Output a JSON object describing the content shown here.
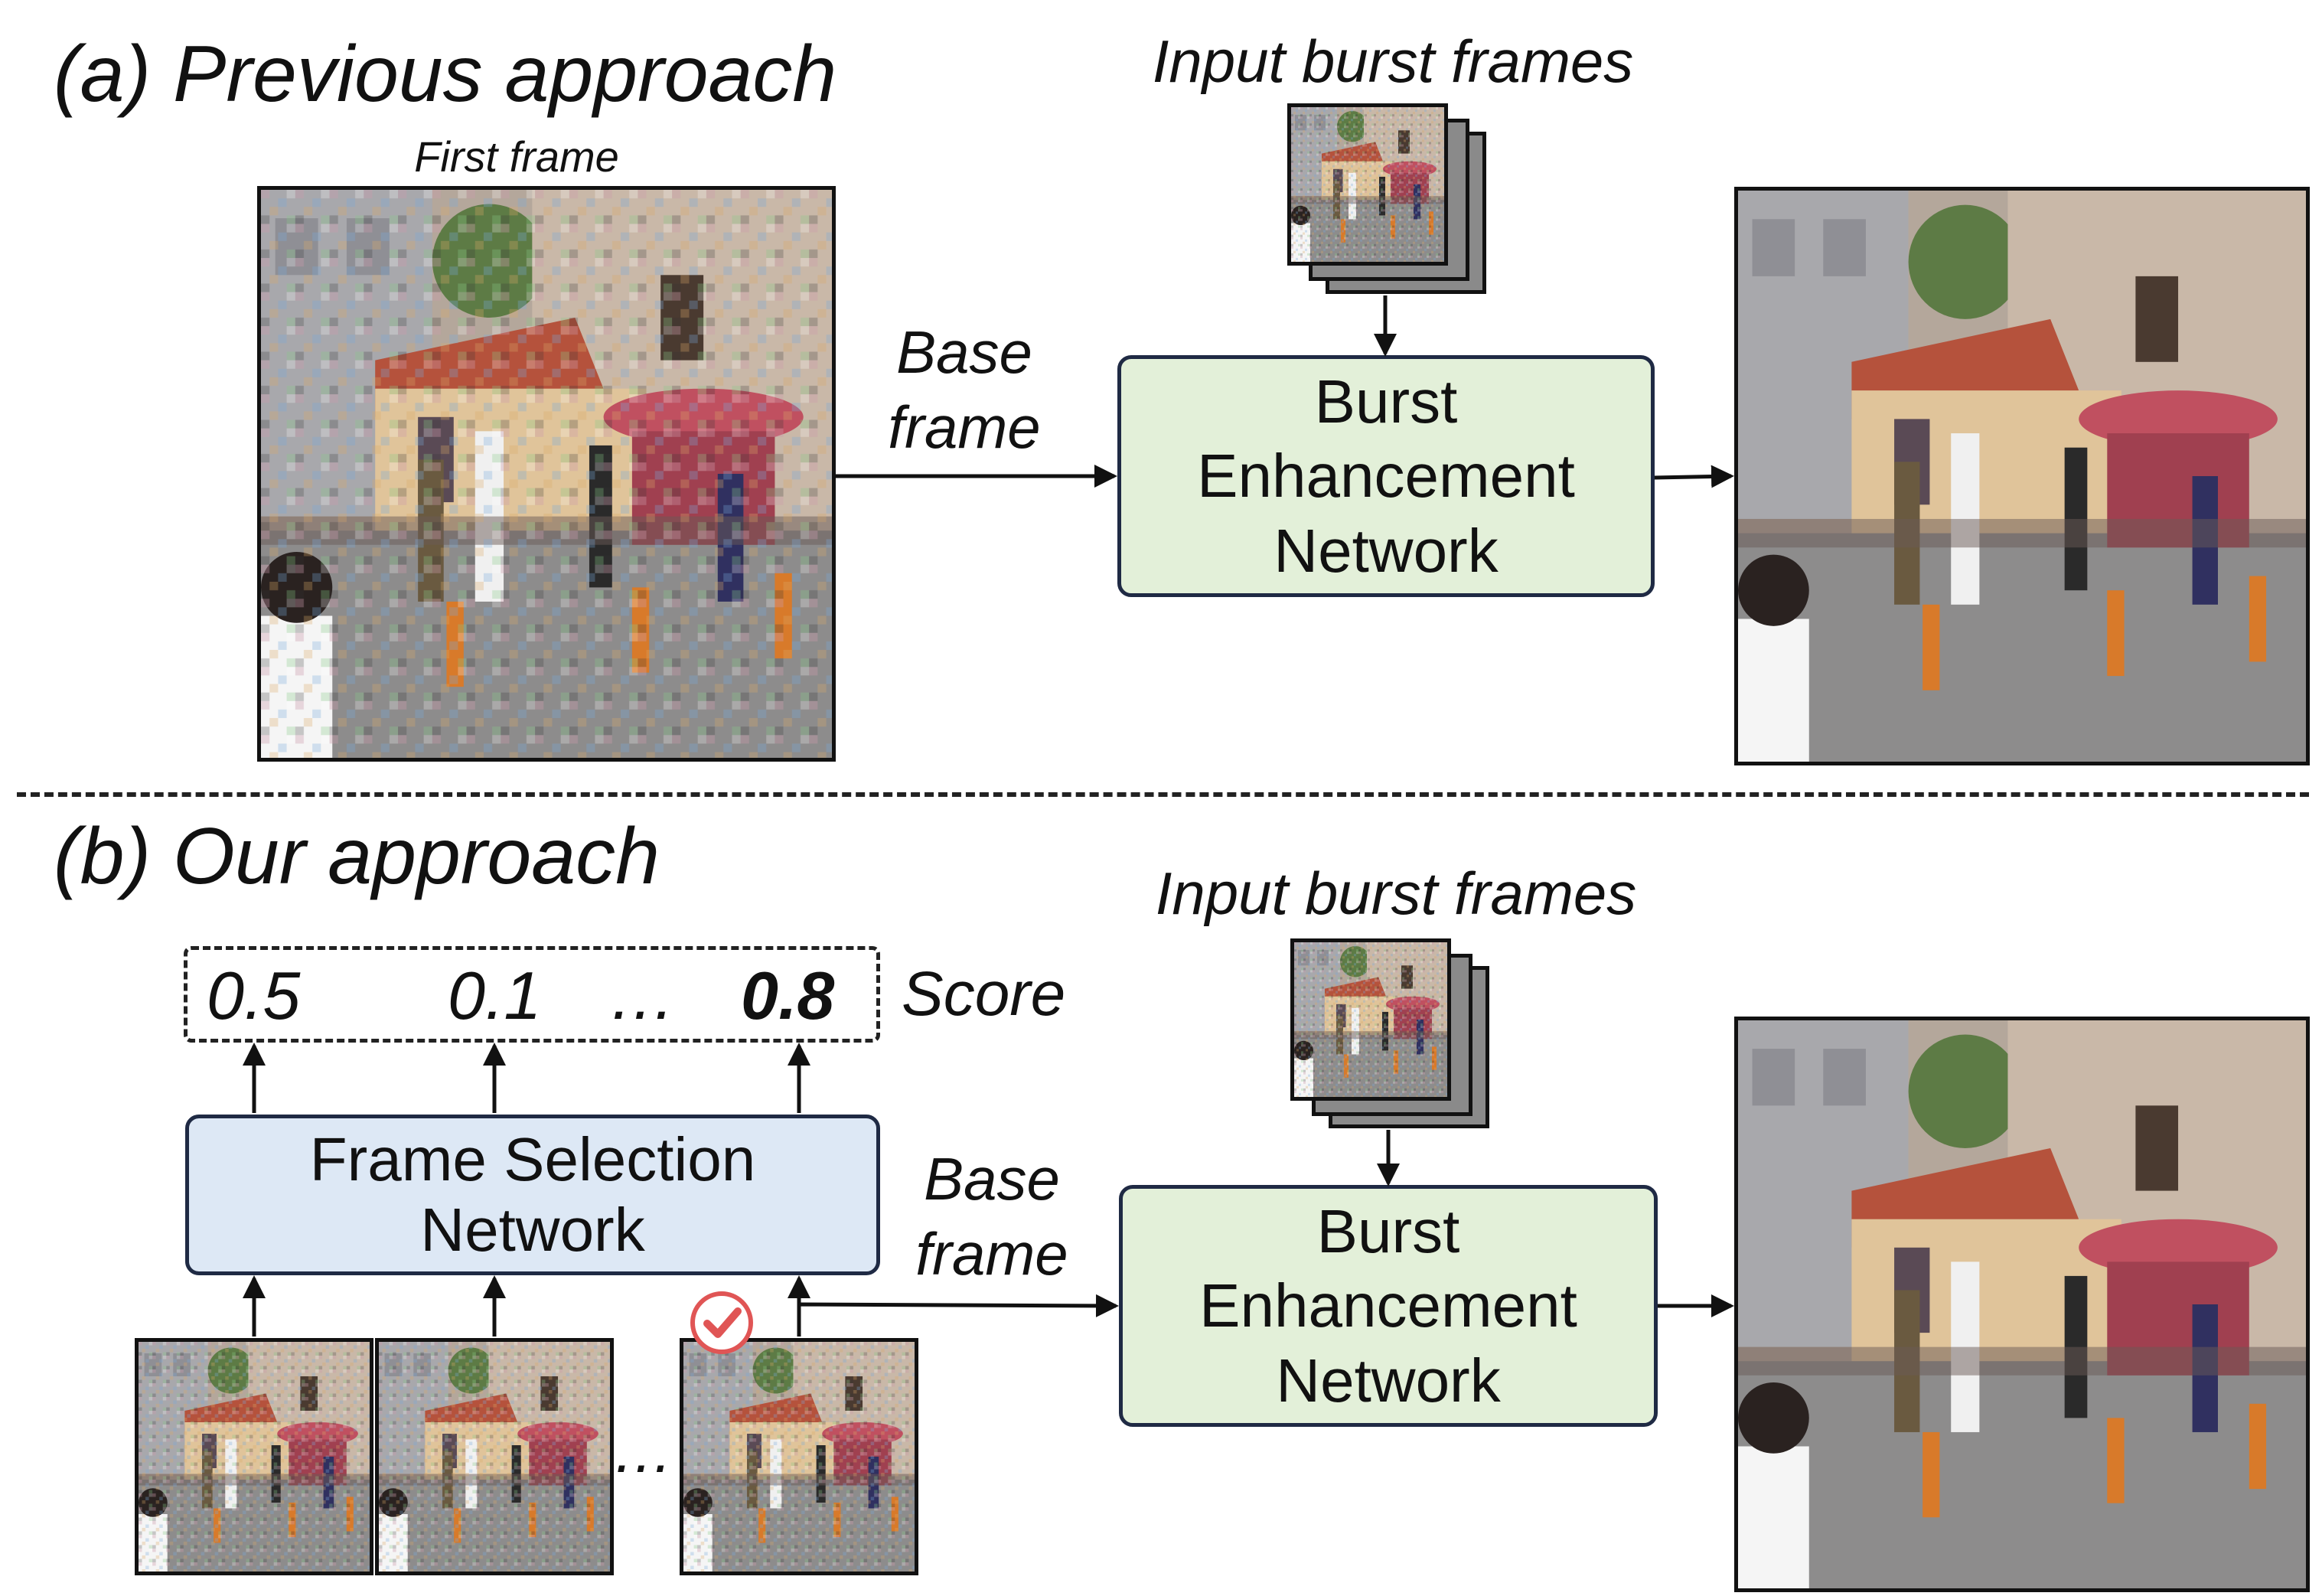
{
  "panel_a": {
    "title": "(a) Previous approach",
    "first_frame_caption": "First frame",
    "base_frame_label": [
      "Base",
      "frame"
    ],
    "input_caption": "Input burst frames",
    "network_lines": [
      "Burst",
      "Enhancement",
      "Network"
    ]
  },
  "panel_b": {
    "title": "(b) Our approach",
    "scores": [
      "0.5",
      "0.1",
      "…",
      "0.8"
    ],
    "score_label": "Score",
    "selection_lines": [
      "Frame Selection",
      "Network"
    ],
    "ellipsis": "…",
    "base_frame_label": [
      "Base",
      "frame"
    ],
    "input_caption": "Input burst frames",
    "network_lines": [
      "Burst",
      "Enhancement",
      "Network"
    ]
  },
  "colors": {
    "network_fill": "#e3f0d9",
    "selection_fill": "#dde8f5",
    "border": "#1f2a44",
    "check": "#e05555"
  }
}
